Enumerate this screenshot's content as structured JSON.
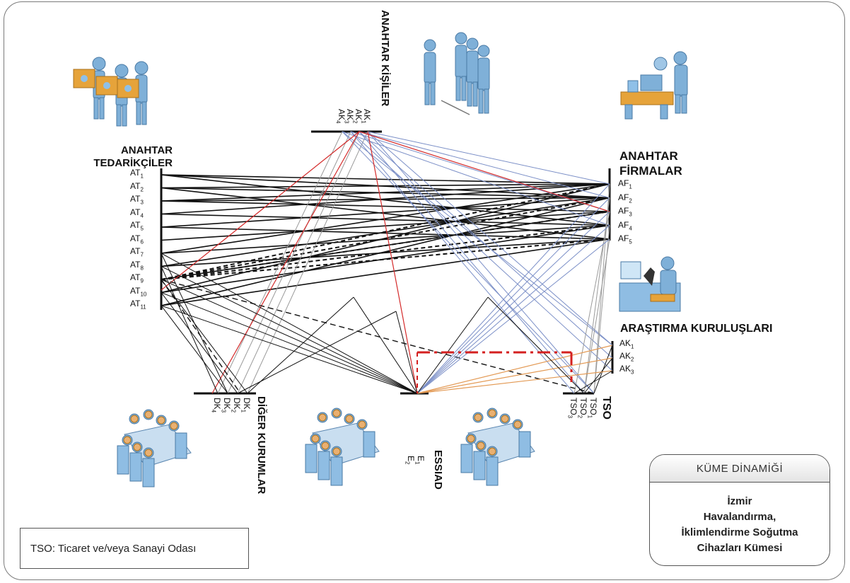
{
  "groups": {
    "key_people": {
      "title": "ANAHTAR KİŞİLER",
      "nodes": [
        "AK1",
        "AK2",
        "AK3",
        "AK4"
      ]
    },
    "key_suppliers": {
      "title_line1": "ANAHTAR",
      "title_line2": "TEDARİKÇİLER",
      "nodes": [
        "AT1",
        "AT2",
        "AT3",
        "AT4",
        "AT5",
        "AT6",
        "AT7",
        "AT8",
        "AT9",
        "AT10",
        "AT11"
      ]
    },
    "key_firms": {
      "title_line1": "ANAHTAR",
      "title_line2": "FİRMALAR",
      "nodes": [
        "AF1",
        "AF2",
        "AF3",
        "AF4",
        "AF5"
      ]
    },
    "research": {
      "title": "ARAŞTIRMA KURULUŞLARI",
      "nodes": [
        "AK1",
        "AK2",
        "AK3"
      ]
    },
    "other_institutions": {
      "title": "DİĞER KURUMLAR",
      "nodes": [
        "DK1",
        "DK2",
        "DK3",
        "DK4"
      ]
    },
    "essiad": {
      "title": "ESSIAD",
      "nodes": [
        "E1",
        "E2"
      ]
    },
    "tso": {
      "title": "TSO",
      "nodes": [
        "TSO1",
        "TSO2",
        "TSO3"
      ]
    }
  },
  "legend": {
    "text": "TSO: Ticaret ve/veya Sanayi Odası"
  },
  "cluster_box": {
    "header": "KÜME DİNAMİĞİ",
    "line1": "İzmir",
    "line2": "Havalandırma,",
    "line3": "İklimlendirme Soğutma",
    "line4": "Cihazları Kümesi"
  },
  "icons": [
    "suppliers-icon",
    "key-people-icon",
    "firms-icon",
    "research-icon",
    "meeting-icon-dk",
    "meeting-icon-essiad",
    "meeting-icon-tso"
  ],
  "colors": {
    "black": "#111111",
    "gray": "#9a9a9a",
    "blue": "#7b8fc7",
    "red": "#d42a2a",
    "orange": "#e39a55",
    "dash_red": "#d42020"
  }
}
